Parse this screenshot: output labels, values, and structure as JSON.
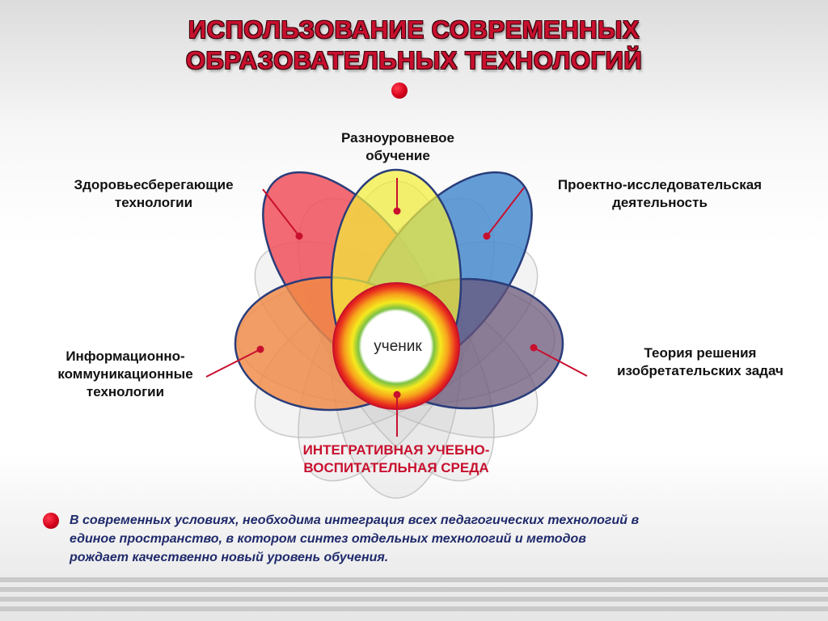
{
  "title": {
    "line1": "ИСПОЛЬЗОВАНИЕ СОВРЕМЕННЫХ",
    "line2": "ОБРАЗОВАТЕЛЬНЫХ ТЕХНОЛОГИЙ"
  },
  "labels": {
    "multilevel": [
      "Разноуровневое",
      "обучение"
    ],
    "health": [
      "Здоровьесберегающие",
      "технологии"
    ],
    "project": [
      "Проектно-исследовательская",
      "деятельность"
    ],
    "ict": [
      "Информационно-",
      "коммуникационные",
      "технологии"
    ],
    "triz": [
      "Теория решения",
      "изобретательских задач"
    ],
    "integrative": [
      "ИНТЕГРАТИВНАЯ УЧЕБНО-",
      "ВОСПИТАТЕЛЬНАЯ СРЕДА"
    ]
  },
  "center_label": "ученик",
  "note": {
    "line1": "В современных условиях, необходима интеграция  всех педагогических технологий в",
    "line2": "единое пространство,  в котором синтез отдельных технологий  и методов",
    "line3": "рождает  качественно новый уровень обучения."
  },
  "colors": {
    "accent_red": "#c8102e",
    "petal_red": "#f05560",
    "petal_yellow": "#f2ee3a",
    "petal_blue": "#4f8fd0",
    "petal_orange": "#f08a45",
    "petal_purple": "#6a5478",
    "note_text": "#1f2a6b"
  }
}
